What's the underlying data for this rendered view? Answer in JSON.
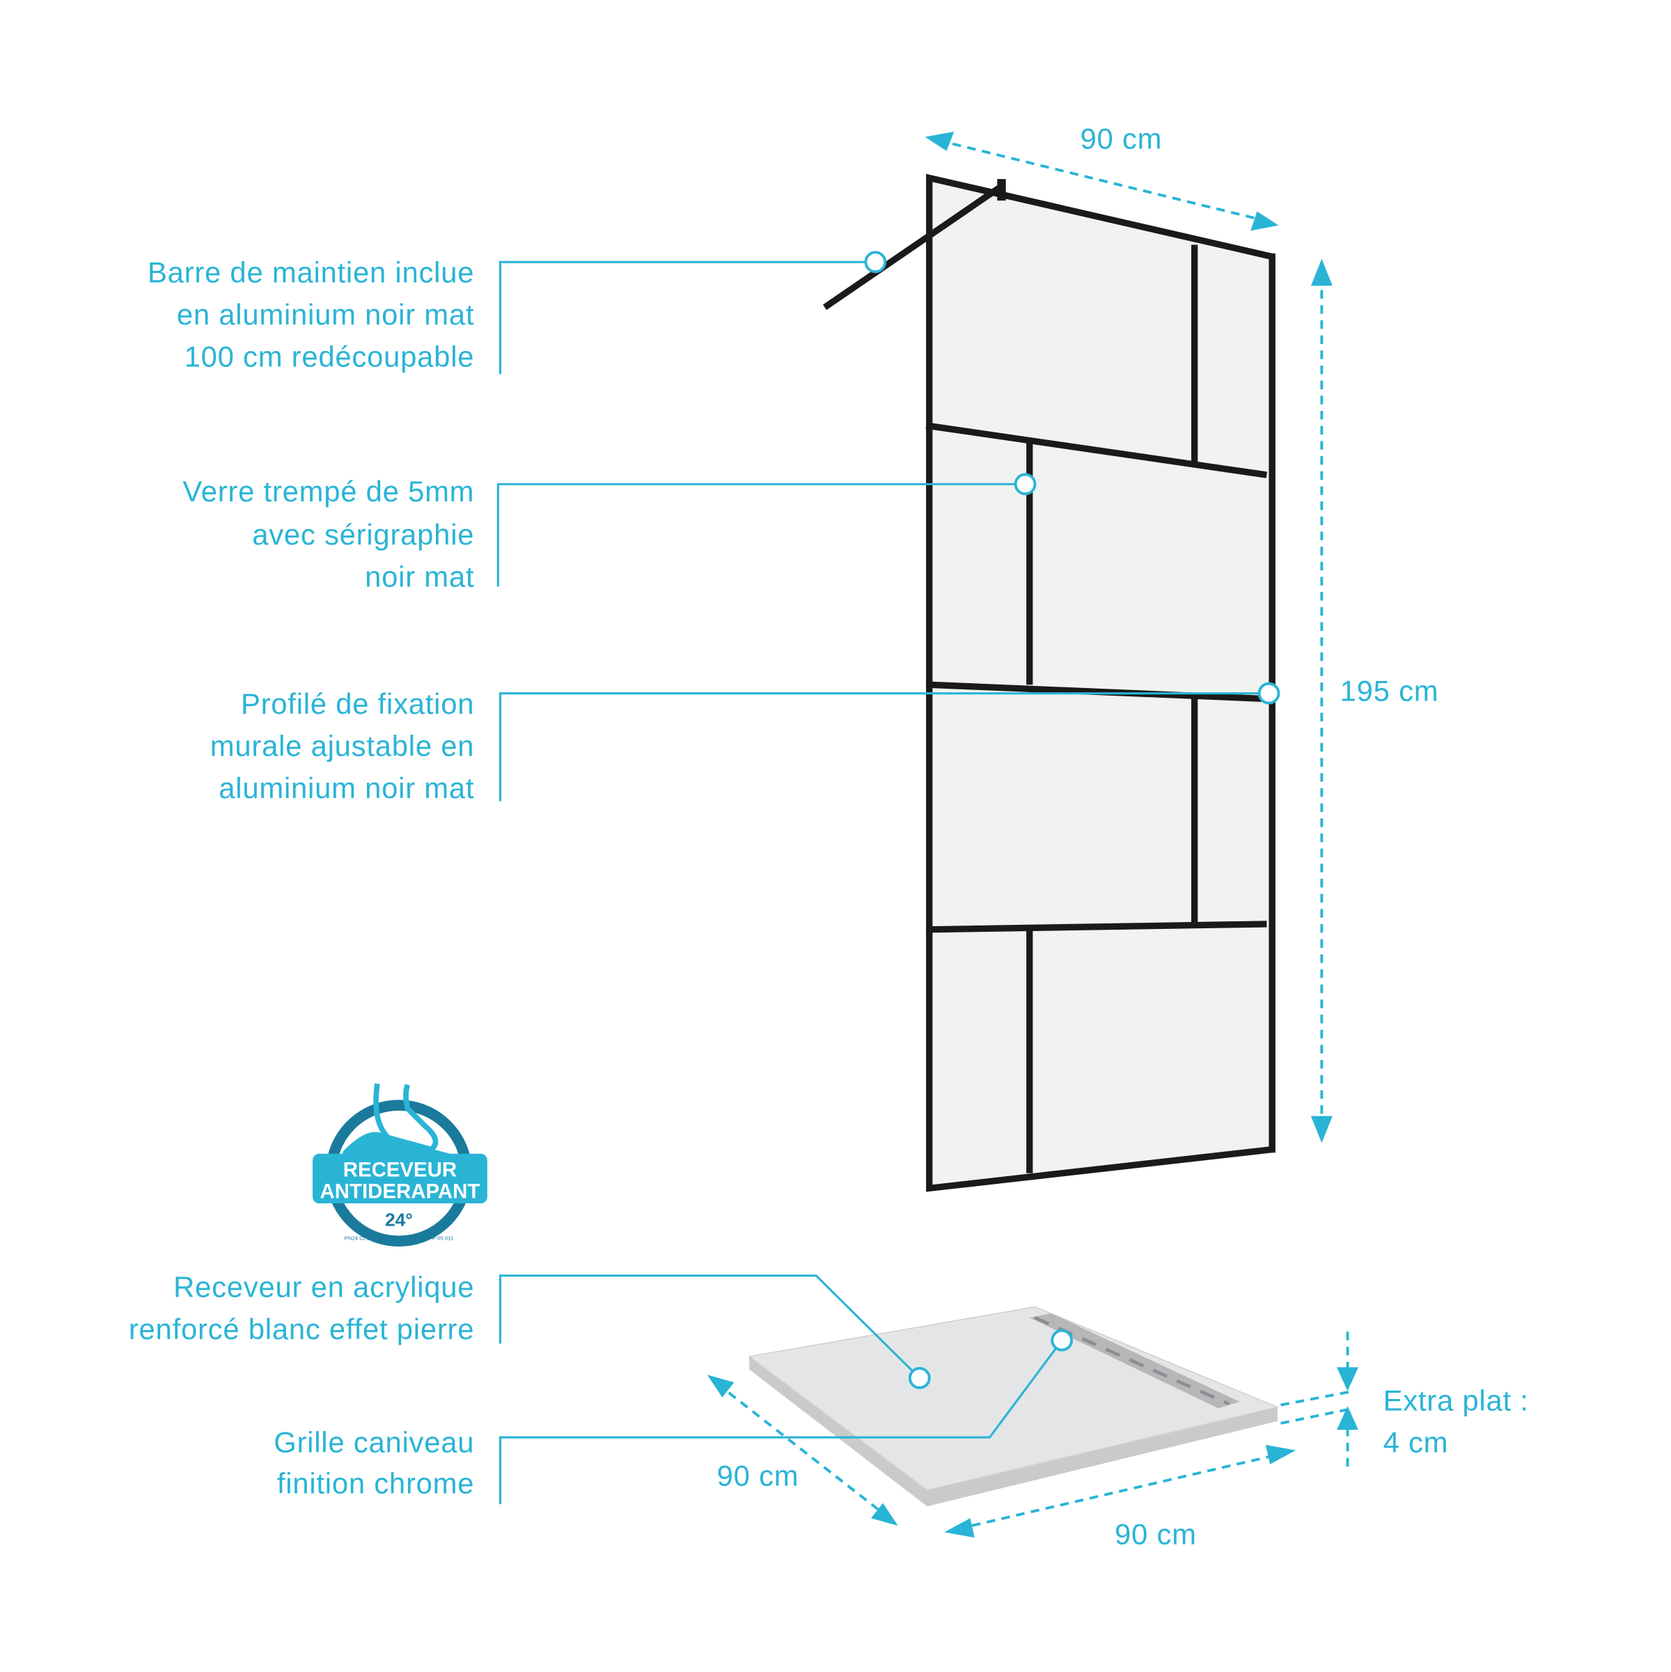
{
  "labels": {
    "bar": [
      "Barre de maintien inclue",
      "en aluminium noir mat",
      "100 cm redécoupable"
    ],
    "glass": [
      "Verre trempé de 5mm",
      "avec sérigraphie",
      "noir mat"
    ],
    "profile": [
      "Profilé de fixation",
      "murale ajustable en",
      "aluminium noir mat"
    ],
    "tray": [
      "Receveur en acrylique",
      "renforcé blanc effet pierre"
    ],
    "grate": [
      "Grille caniveau",
      "finition chrome"
    ]
  },
  "dimensions": {
    "panel_width": "90 cm",
    "panel_height": "195 cm",
    "tray_depth": "90 cm",
    "tray_width": "90 cm",
    "tray_thickness_label": "Extra plat :",
    "tray_thickness": "4 cm"
  },
  "badge": {
    "line1": "RECEVEUR",
    "line2": "ANTIDERAPANT",
    "angle": "24°",
    "norms": "PN24 CLASSE C – DIN 51097 – XP P 05 011"
  },
  "colors": {
    "accent": "#29b4d6",
    "badge_dark": "#1a7a9c",
    "frame": "#1a1a1a"
  }
}
